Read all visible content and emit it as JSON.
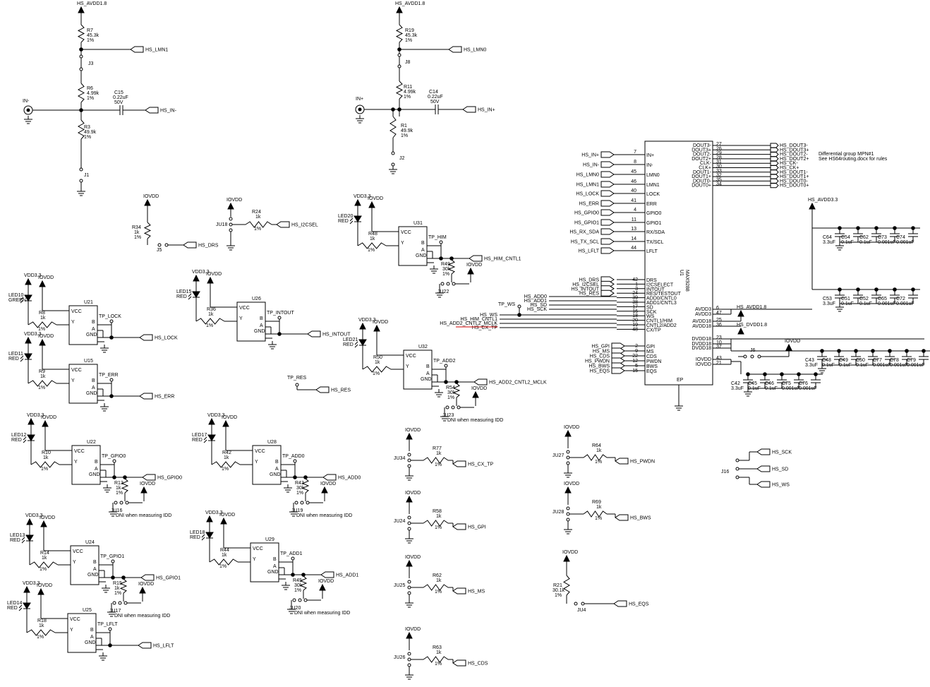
{
  "rails": {
    "avdd18": "HS_AVDD1.8",
    "avdd33": "HS_AVDD3.3",
    "dvdd18": "HS_DVDD1.8",
    "iovdd": "IOVDD",
    "vdd33": "VDD3.3"
  },
  "input_minus": {
    "conn": "IN-",
    "r7": [
      "R7",
      "45.3k",
      "1%"
    ],
    "lmn": "HS_LMN1",
    "jumper": "J3",
    "r6": [
      "R6",
      "4.99k",
      "1%"
    ],
    "cap": [
      "C15",
      "0.22uF",
      "50V"
    ],
    "net": "HS_IN-",
    "r3": [
      "R3",
      "49.9k",
      "1%"
    ],
    "j": "J1"
  },
  "input_plus": {
    "conn": "IN+",
    "r19": [
      "R19",
      "45.3k",
      "1%"
    ],
    "lmn": "HS_LMN0",
    "jumper": "J8",
    "r11": [
      "R11",
      "4.99k",
      "1%"
    ],
    "cap": [
      "C14",
      "0.22uF",
      "50V"
    ],
    "net": "HS_IN+",
    "r1": [
      "R1",
      "49.9k",
      "1%"
    ],
    "j": "J2"
  },
  "drs": {
    "r": [
      "R34",
      "1k",
      "1%"
    ],
    "j": "J5",
    "net": "HS_DRS"
  },
  "i2csel": {
    "r": [
      "R24",
      "1k",
      "1%"
    ],
    "j": "JU18",
    "net": "HS_I2CSEL"
  },
  "u1": {
    "ref": "U1",
    "part": "MAX9288",
    "left_pins": [
      {
        "net": "HS_IN+",
        "num": "7",
        "name": "IN+"
      },
      {
        "net": "HS_IN-",
        "num": "8",
        "name": "IN-"
      },
      {
        "net": "HS_LMN0",
        "num": "45",
        "name": "LMN0"
      },
      {
        "net": "HS_LMN1",
        "num": "46",
        "name": "LMN1"
      },
      {
        "net": "HS_LOCK",
        "num": "40",
        "name": "LOCK"
      },
      {
        "net": "HS_ERR",
        "num": "41",
        "name": "ERR"
      },
      {
        "net": "HS_GPIO0",
        "num": "4",
        "name": "GPIO0"
      },
      {
        "net": "HS_GPIO1",
        "num": "11",
        "name": "GPIO1"
      },
      {
        "net": "HS_RX_SDA",
        "num": "13",
        "name": "RX/SDA"
      },
      {
        "net": "HS_TX_SCL",
        "num": "14",
        "name": "TX/SCL"
      },
      {
        "net": "HS_LFLT",
        "num": "44",
        "name": "LFLT"
      }
    ],
    "ctrl_pins": [
      {
        "net": "HS_DRS",
        "num": "42",
        "name": "DRS"
      },
      {
        "net": "HS_I2CSEL",
        "num": "1",
        "name": "I2CSELECT"
      },
      {
        "net": "HS_INTOUT",
        "num": "3",
        "name": "INTOUT"
      },
      {
        "net": "HS_RES",
        "num": "24",
        "name": "RES/TESTOUT"
      },
      {
        "net": "HS_ADD0",
        "num": "39",
        "name": "ADD0/CNTL0"
      },
      {
        "net": "HS_ADD1",
        "num": "38",
        "name": "ADD1/CNTL3"
      },
      {
        "net": "HS_SD",
        "num": "17",
        "name": "SD"
      },
      {
        "net": "HS_SCK",
        "num": "16",
        "name": "SCK"
      },
      {
        "net": "HS_WS",
        "num": "18",
        "name": "WS"
      },
      {
        "net": "HS_HIM_CNTL1",
        "num": "20",
        "name": "CNTL1/HIM"
      },
      {
        "net": "HS_ADD2_CNTL2_MCLK",
        "num": "19",
        "name": "CNTL2/ADD2"
      },
      {
        "net": "HS_CX_TP",
        "num": "48",
        "name": "CX/TP"
      }
    ],
    "bottom_pins": [
      {
        "net": "HS_GPI",
        "num": "2",
        "name": "GPI"
      },
      {
        "net": "HS_MS",
        "num": "9",
        "name": "MS"
      },
      {
        "net": "HS_CDS",
        "num": "22",
        "name": "CDS"
      },
      {
        "net": "HS_PWDN",
        "num": "12",
        "name": "PWDN"
      },
      {
        "net": "HS_BWS",
        "num": "5",
        "name": "BWS"
      },
      {
        "net": "HS_EQS",
        "num": "15",
        "name": "EQS"
      }
    ],
    "right_pins": [
      {
        "name": "DOUT3-",
        "num": "27",
        "net": "HS_DOUT3-"
      },
      {
        "name": "DOUT3+",
        "num": "26",
        "net": "HS_DOUT3+"
      },
      {
        "name": "DOUT2-",
        "num": "29",
        "net": "HS_DOUT2-"
      },
      {
        "name": "DOUT2+",
        "num": "28",
        "net": "HS_DOUT2+"
      },
      {
        "name": "CLK-",
        "num": "31",
        "net": "HS_CK-"
      },
      {
        "name": "CLK+",
        "num": "30",
        "net": "HS_CK+"
      },
      {
        "name": "DOUT1-",
        "num": "33",
        "net": "HS_DOUT1-"
      },
      {
        "name": "DOUT1+",
        "num": "32",
        "net": "HS_DOUT1+"
      },
      {
        "name": "DOUT0-",
        "num": "35",
        "net": "HS_DOUT0-"
      },
      {
        "name": "DOUT0+",
        "num": "34",
        "net": "HS_DOUT0+"
      }
    ],
    "power_pins": [
      {
        "name": "AVDD3",
        "num": "6"
      },
      {
        "name": "AVDD3",
        "num": "47"
      },
      {
        "name": "AVDD18",
        "num": "25"
      },
      {
        "name": "AVDD18",
        "num": "36"
      },
      {
        "name": "DVDD18",
        "num": "23"
      },
      {
        "name": "DVDD18",
        "num": "10"
      },
      {
        "name": "DVDD18",
        "num": "37"
      },
      {
        "name": "IOVDD",
        "num": "43"
      },
      {
        "name": "IOVDD",
        "num": "21"
      }
    ],
    "ep": "EP",
    "note1": "Differential group MPN#1",
    "note2": "See HS64routing.docx for rules"
  },
  "caps_avdd33": [
    [
      "C64",
      "3.3uF"
    ],
    [
      "C54",
      "0.1uF"
    ],
    [
      "C62",
      "0.1uF"
    ],
    [
      "C73",
      "0.001uF"
    ],
    [
      "C74",
      "0.001uF"
    ]
  ],
  "caps_avdd18": [
    [
      "C53",
      "3.3uF"
    ],
    [
      "C51",
      "0.1uF"
    ],
    [
      "C52",
      "0.1uF"
    ],
    [
      "C65",
      "0.001uF"
    ],
    [
      "C72",
      "0.001uF"
    ]
  ],
  "caps_dvdd18": [
    [
      "C43",
      "3.3uF"
    ],
    [
      "C48",
      "0.1uF"
    ],
    [
      "C49",
      "0.1uF"
    ],
    [
      "C50",
      "0.1uF"
    ],
    [
      "C77",
      "0.001uF"
    ],
    [
      "C78",
      "0.001uF"
    ],
    [
      "C79",
      "0.001uF"
    ]
  ],
  "caps_iovdd": [
    [
      "C42",
      "3.3uF"
    ],
    [
      "C45",
      "0.1uF"
    ],
    [
      "C46",
      "0.1uF"
    ],
    [
      "C75",
      "0.001uF"
    ],
    [
      "C76",
      "0.001uF"
    ]
  ],
  "j6": "J6",
  "led_blocks": [
    {
      "led": "LED10",
      "color": "GREEN",
      "r": "R8",
      "u": "U21",
      "tp": "TP_LOCK",
      "net": "HS_LOCK"
    },
    {
      "led": "LED11",
      "color": "RED",
      "r": "R9",
      "u": "U15",
      "tp": "TP_ERR",
      "net": "HS_ERR"
    },
    {
      "led": "LED12",
      "color": "RED",
      "r": "R10",
      "u": "U22",
      "tp": "TP_GPIO0",
      "net": "HS_GPIO0",
      "pr": "R13",
      "ju": "JU16"
    },
    {
      "led": "LED13",
      "color": "RED",
      "r": "R14",
      "u": "U24",
      "tp": "TP_GPIO1",
      "net": "HS_GPIO1",
      "pr": "R15",
      "ju": "JU17"
    },
    {
      "led": "LED14",
      "color": "RED",
      "r": "R18",
      "u": "U25",
      "tp": "TP_LFLT",
      "net": "HS_LFLT"
    },
    {
      "led": "LED15",
      "color": "RED",
      "r": "R36",
      "u": "U26",
      "tp": "TP_INTOUT",
      "net": "HS_INTOUT"
    },
    {
      "led": "LED17",
      "color": "RED",
      "r": "R42",
      "u": "U28",
      "tp": "TP_ADD0",
      "net": "HS_ADD0",
      "pr": "R43",
      "prv": "30k",
      "ju": "JU19"
    },
    {
      "led": "LED18",
      "color": "RED",
      "r": "R44",
      "u": "U29",
      "tp": "TP_ADD1",
      "net": "HS_ADD1",
      "pr": "R45",
      "prv": "30k",
      "ju": "JU20"
    },
    {
      "led": "LED20",
      "color": "RED",
      "r": "R48",
      "u": "U31",
      "tp": "TP_HIM",
      "net": "HS_HIM_CNTL1",
      "pr": "R49",
      "prv": "30k",
      "ju": "JU22"
    },
    {
      "led": "LED21",
      "color": "RED",
      "r": "R50",
      "u": "U32",
      "tp": "TP_ADD2",
      "net": "HS_ADD2_CNTL2_MCLK",
      "pr": "R54",
      "prv": "30k",
      "ju": "JU23"
    }
  ],
  "buf_pins": {
    "vcc": "VCC",
    "y": "Y",
    "b": "B",
    "a": "A",
    "gnd": "GND"
  },
  "common": {
    "r1k": "1k",
    "pct": "1%",
    "dni": "DNI when measuring IDD"
  },
  "tp_res": {
    "tp": "TP_RES",
    "net": "HS_RES"
  },
  "tp_ws": "TP_WS",
  "jumpers_mid": [
    {
      "ju": "JU34",
      "r": "R77",
      "net": "HS_CX_TP"
    },
    {
      "ju": "JU24",
      "r": "R58",
      "net": "HS_GPI"
    },
    {
      "ju": "JU25",
      "r": "R62",
      "net": "HS_MS"
    },
    {
      "ju": "JU26",
      "r": "R63",
      "net": "HS_CDS"
    }
  ],
  "jumpers_right": [
    {
      "ju": "JU27",
      "r": "R64",
      "net": "HS_PWDN"
    },
    {
      "ju": "JU28",
      "r": "R69",
      "net": "HS_BWS"
    }
  ],
  "eqs": {
    "r": "R21",
    "val": "30.1k",
    "pct": "1%",
    "ju": "JU4",
    "net": "HS_EQS"
  },
  "j16": {
    "ref": "J16",
    "nets": [
      "HS_SCK",
      "HS_SD",
      "HS_WS"
    ]
  }
}
